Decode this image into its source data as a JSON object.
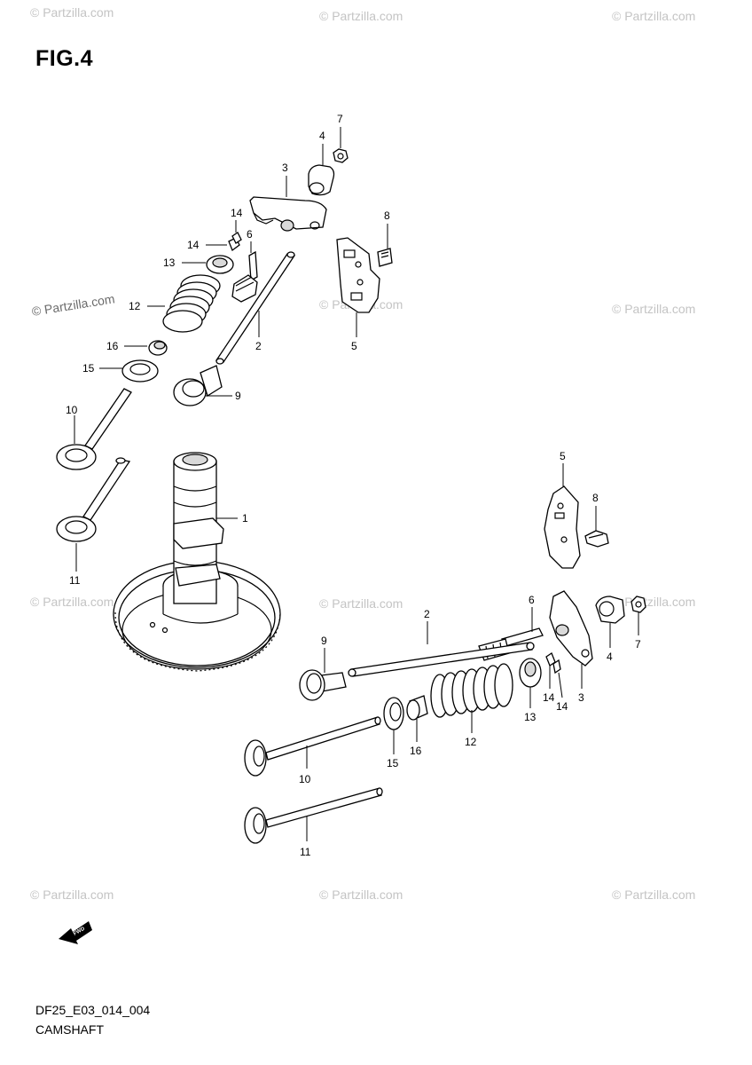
{
  "figure": {
    "title": "FIG.4"
  },
  "watermark": {
    "text": "© Partzilla.com"
  },
  "footer": {
    "code": "DF25_E03_014_004",
    "name": "CAMSHAFT"
  },
  "fwd_arrow": {
    "label": "FWD"
  },
  "callouts": {
    "c1": "1",
    "c2a": "2",
    "c2b": "2",
    "c3a": "3",
    "c3b": "3",
    "c4a": "4",
    "c4b": "4",
    "c5a": "5",
    "c5b": "5",
    "c6a": "6",
    "c6b": "6",
    "c7a": "7",
    "c7b": "7",
    "c8a": "8",
    "c8b": "8",
    "c9a": "9",
    "c9b": "9",
    "c10a": "10",
    "c10b": "10",
    "c11a": "11",
    "c11b": "11",
    "c12a": "12",
    "c12b": "12",
    "c13a": "13",
    "c13b": "13",
    "c14a": "14",
    "c14b": "14",
    "c14c": "14",
    "c14d": "14",
    "c15a": "15",
    "c15b": "15",
    "c16a": "16",
    "c16b": "16"
  },
  "colors": {
    "line": "#000000",
    "watermark": "#c4c4c4",
    "fill": "#d9d9d9"
  }
}
